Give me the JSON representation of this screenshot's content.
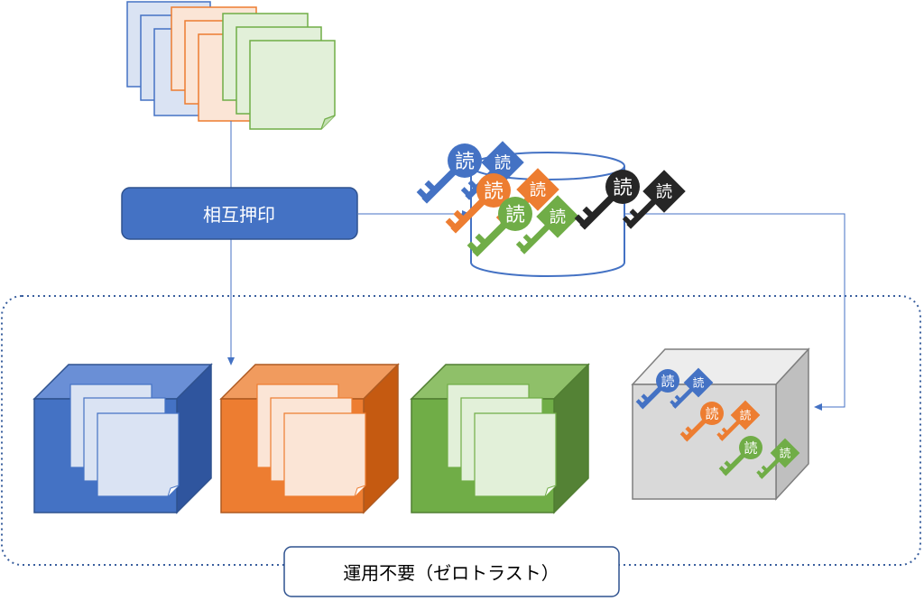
{
  "process_label": "相互押印",
  "zone_label": "運用不要（ゼロトラスト）",
  "key_glyph": "読",
  "colors": {
    "blue": "#4472c4",
    "orange": "#ed7d31",
    "green": "#70ad47",
    "black": "#262626",
    "gray": "#d9d9d9",
    "line": "#4472c4"
  }
}
